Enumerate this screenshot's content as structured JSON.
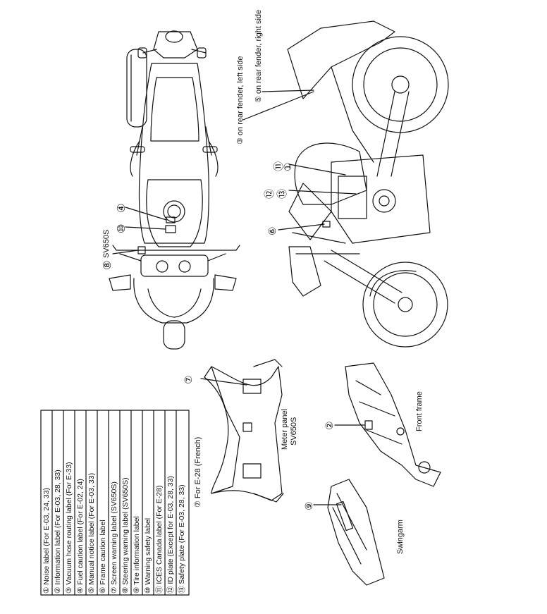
{
  "legend": [
    {
      "num": "①",
      "text": "Noise label (For E-03, 24, 33)"
    },
    {
      "num": "②",
      "text": "Information label (For E-03, 28, 33)"
    },
    {
      "num": "③",
      "text": "Vacuum hose routing label (For E-33)"
    },
    {
      "num": "④",
      "text": "Fuel caution label (For E-02, 24)"
    },
    {
      "num": "⑤",
      "text": "Manual notice label (For E-03, 33)"
    },
    {
      "num": "⑥",
      "text": "Frame caution label"
    },
    {
      "num": "⑦",
      "text": "Screen warning label (SV650S)"
    },
    {
      "num": "⑧",
      "text": "Steering warning label (SV650S)"
    },
    {
      "num": "⑨",
      "text": "Tire information label"
    },
    {
      "num": "⑩",
      "text": "Warning safety label"
    },
    {
      "num": "⑪",
      "text": "ICES Canada label (For E-28)"
    },
    {
      "num": "⑫",
      "text": "ID plate (Except for E-03, 28, 33)"
    },
    {
      "num": "⑬",
      "text": "Safety plate (For E-03, 28, 33)"
    }
  ],
  "callouts": {
    "c4": "④",
    "c10": "⑩",
    "c8": "⑧",
    "c8_label": "SV650S",
    "c3_text": "③ on rear fender, left side",
    "c5_text": "⑤ on rear fender, right side",
    "c11": "⑪",
    "c1": "①",
    "c12": "⑫",
    "c13": "⑬",
    "c6": "⑥",
    "c7": "⑦",
    "c2": "②",
    "c9": "⑨",
    "c7_french": "⑦ For E-28 (French)"
  },
  "captions": {
    "meter_panel": "Meter panel",
    "meter_panel_model": "SV650S",
    "front_frame": "Front frame",
    "swingarm": "Swingarm"
  }
}
